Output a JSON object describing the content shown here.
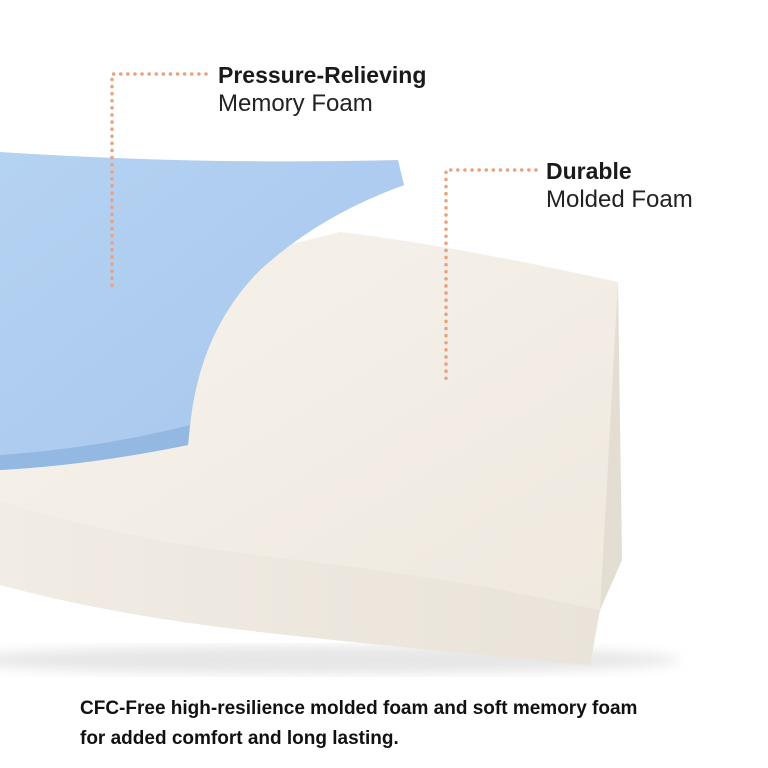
{
  "callouts": {
    "memory_foam": {
      "title": "Pressure-Relieving",
      "subtitle": "Memory Foam"
    },
    "molded_foam": {
      "title": "Durable",
      "subtitle": "Molded Foam"
    }
  },
  "caption": {
    "line1": "CFC-Free high-resilience molded foam and soft memory foam",
    "line2": "for added comfort and long lasting."
  },
  "colors": {
    "background": "#ffffff",
    "memory_foam_blue": "#a9c9ee",
    "molded_foam_cream": "#f4efe7",
    "dotted_line": "#e9a27c",
    "text": "#1a1a1a"
  }
}
